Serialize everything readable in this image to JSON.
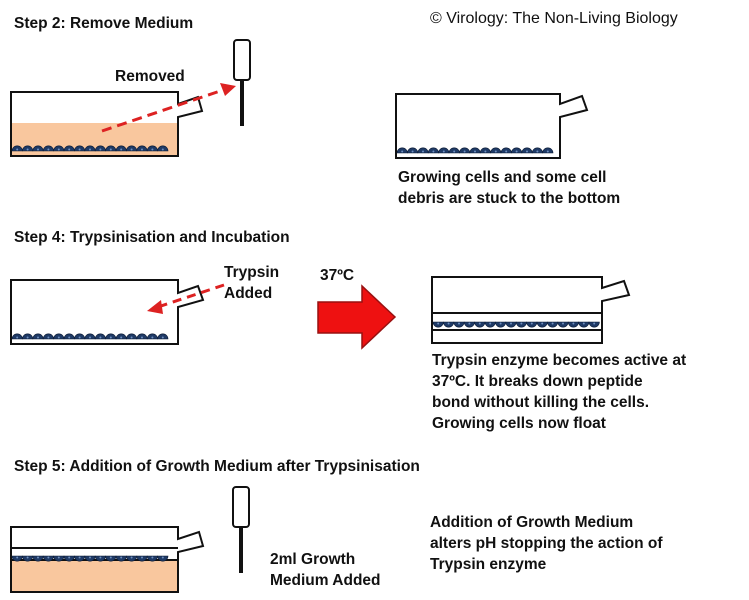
{
  "copyright": "© Virology: The Non-Living Biology",
  "step2": {
    "heading": "Step 2: Remove Medium",
    "arrow_label": "Removed",
    "caption": "Growing cells and some cell\ndebris are stuck to the bottom"
  },
  "step4": {
    "heading": "Step 4: Trypsinisation and Incubation",
    "arrow_label": "Trypsin\nAdded",
    "temperature": "37ºC",
    "caption": "Trypsin enzyme becomes active at\n37ºC. It breaks down peptide\nbond without killing the cells.\nGrowing cells now float"
  },
  "step5": {
    "heading": "Step 5: Addition of Growth Medium after Trypsinisation",
    "pipette_label": "2ml Growth\nMedium Added",
    "caption": "Addition of Growth Medium\nalters pH stopping the action of\nTrypsin enzyme"
  },
  "colors": {
    "medium": "#f9c79e",
    "cells": "#1f3a66",
    "dashed_arrow": "#dd2222",
    "big_arrow": "#ee1111",
    "outline": "#111111"
  },
  "icons": [
    "flask-icon",
    "pipette-icon",
    "cell-layer-icon",
    "dashed-arrow-icon",
    "incubation-arrow-icon"
  ]
}
